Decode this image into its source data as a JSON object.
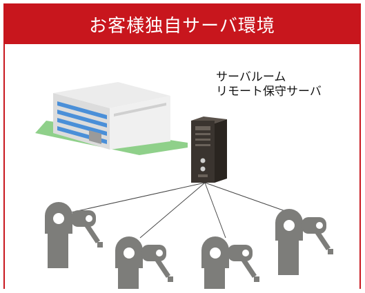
{
  "header": {
    "title": "お客様独自サーバ環境"
  },
  "server": {
    "label_line1": "サーバルーム",
    "label_line2": "リモート保守サーバ"
  },
  "colors": {
    "accent": "#c8161d",
    "building_window": "#4a8fd8",
    "building_wall": "#e6e6e6",
    "lawn": "#8fd08a",
    "server_body": "#3a342f",
    "robot_gray": "#7d7d7a"
  }
}
